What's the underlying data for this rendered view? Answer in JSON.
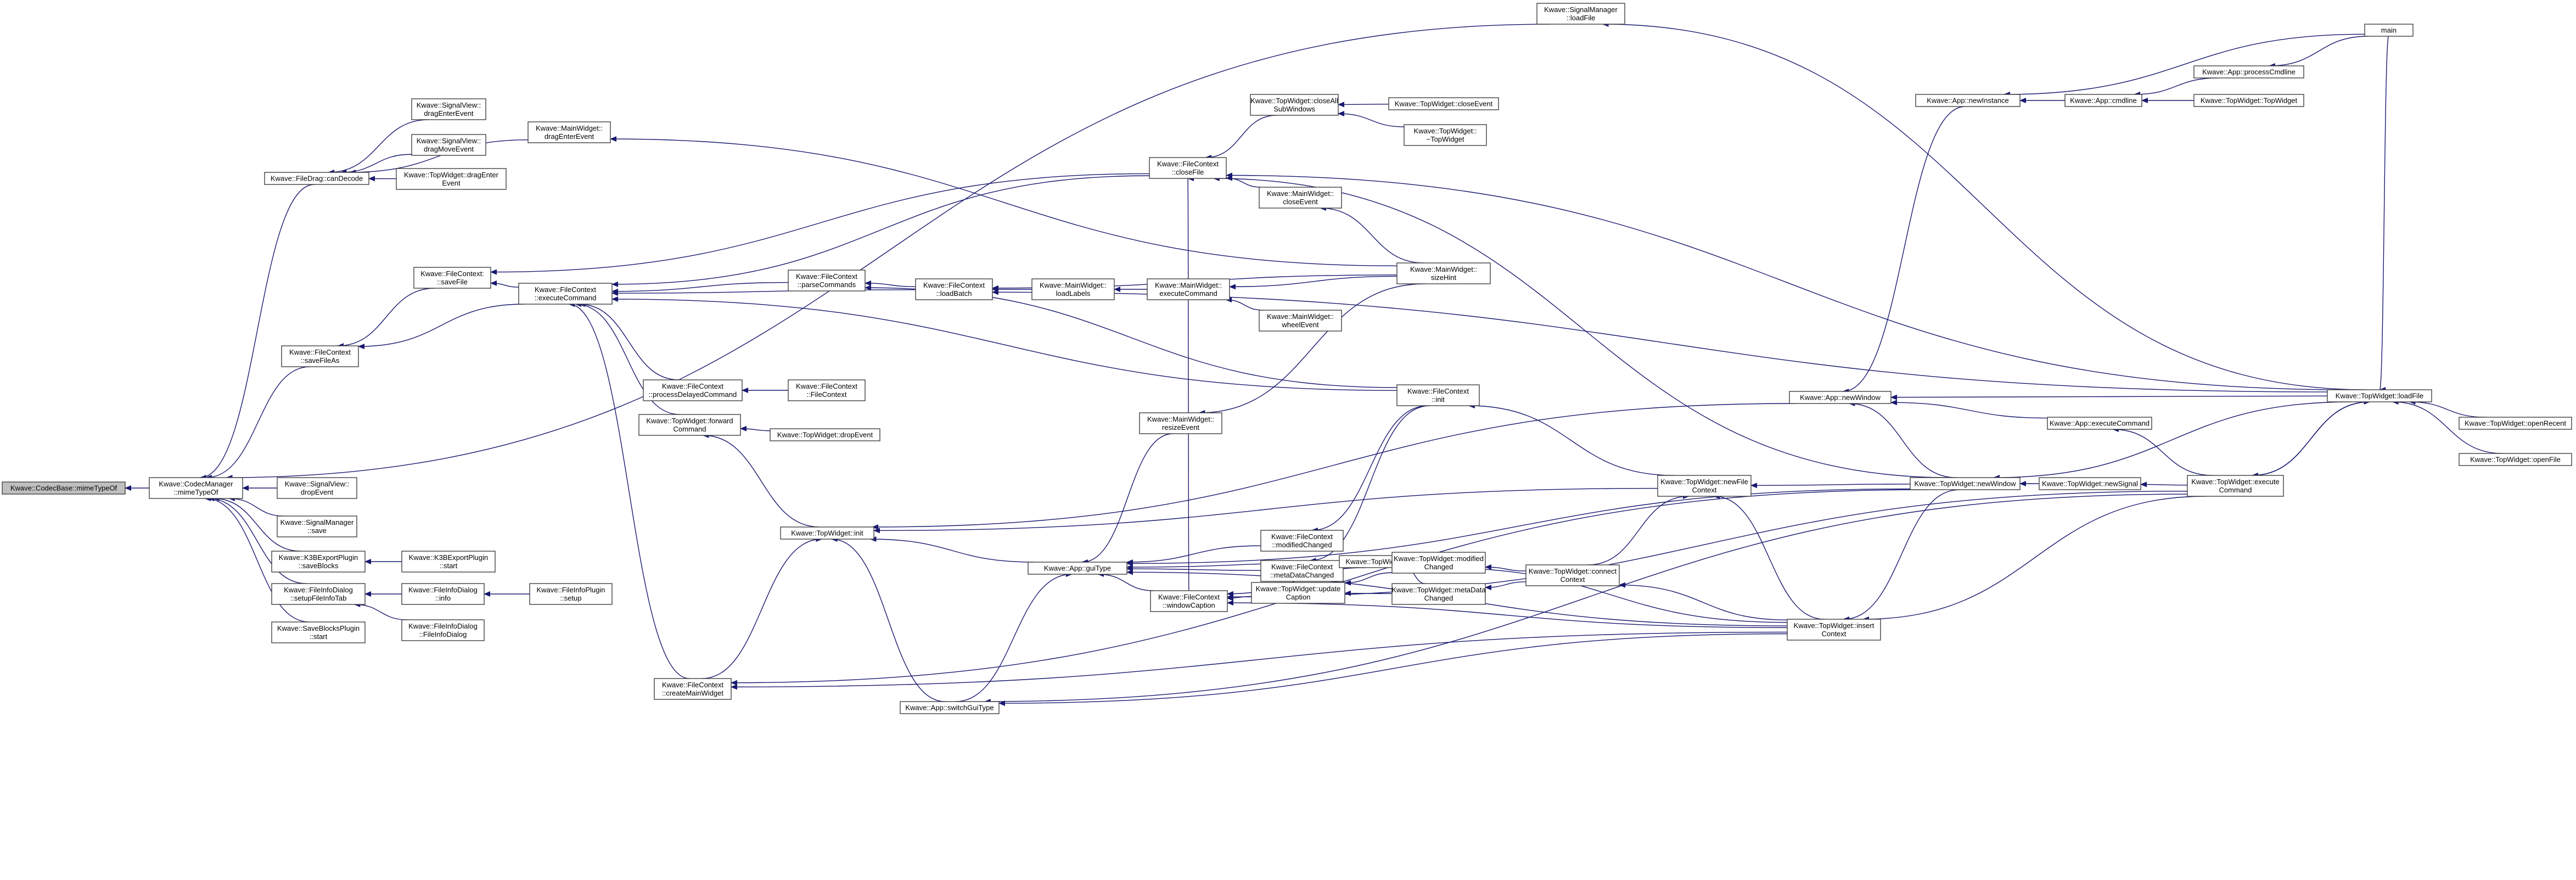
{
  "graph": {
    "nodes": [
      {
        "id": "root",
        "lines": [
          "Kwave::CodecBase::mimeTypeOf"
        ],
        "root": true
      },
      {
        "id": "cm",
        "lines": [
          "Kwave::CodecManager",
          "::mimeTypeOf"
        ]
      },
      {
        "id": "fdcan",
        "lines": [
          "Kwave::FileDrag::canDecode"
        ]
      },
      {
        "id": "svde",
        "lines": [
          "Kwave::SignalView::",
          "dragEnterEvent"
        ]
      },
      {
        "id": "svdm",
        "lines": [
          "Kwave::SignalView::",
          "dragMoveEvent"
        ]
      },
      {
        "id": "twde",
        "lines": [
          "Kwave::TopWidget::dragEnter",
          "Event"
        ]
      },
      {
        "id": "mwde",
        "lines": [
          "Kwave::MainWidget::",
          "dragEnterEvent"
        ]
      },
      {
        "id": "smload",
        "lines": [
          "Kwave::SignalManager",
          "::loadFile"
        ]
      },
      {
        "id": "fcsaveas",
        "lines": [
          "Kwave::FileContext",
          "::saveFileAs"
        ]
      },
      {
        "id": "fcsave",
        "lines": [
          "Kwave::FileContext:",
          "::saveFile"
        ]
      },
      {
        "id": "fcexec",
        "lines": [
          "Kwave::FileContext",
          "::executeCommand"
        ]
      },
      {
        "id": "svdrop",
        "lines": [
          "Kwave::SignalView::",
          "dropEvent"
        ]
      },
      {
        "id": "smsave",
        "lines": [
          "Kwave::SignalManager",
          "::save"
        ]
      },
      {
        "id": "k3bsave",
        "lines": [
          "Kwave::K3BExportPlugin",
          "::saveBlocks"
        ]
      },
      {
        "id": "k3bstart",
        "lines": [
          "Kwave::K3BExportPlugin",
          "::start"
        ]
      },
      {
        "id": "fidtab",
        "lines": [
          "Kwave::FileInfoDialog",
          "::setupFileInfoTab"
        ]
      },
      {
        "id": "fidinfo",
        "lines": [
          "Kwave::FileInfoDialog",
          "::info"
        ]
      },
      {
        "id": "fipsetup",
        "lines": [
          "Kwave::FileInfoPlugin",
          "::setup"
        ]
      },
      {
        "id": "fidctor",
        "lines": [
          "Kwave::FileInfoDialog",
          "::FileInfoDialog"
        ]
      },
      {
        "id": "sbstart",
        "lines": [
          "Kwave::SaveBlocksPlugin",
          "::start"
        ]
      },
      {
        "id": "fcpdc",
        "lines": [
          "Kwave::FileContext",
          "::processDelayedCommand"
        ]
      },
      {
        "id": "fcctor",
        "lines": [
          "Kwave::FileContext",
          "::FileContext"
        ]
      },
      {
        "id": "twfwd",
        "lines": [
          "Kwave::TopWidget::forward",
          "Command"
        ]
      },
      {
        "id": "twdrop",
        "lines": [
          "Kwave::TopWidget::dropEvent"
        ]
      },
      {
        "id": "twinit",
        "lines": [
          "Kwave::TopWidget::init"
        ]
      },
      {
        "id": "fccmw",
        "lines": [
          "Kwave::FileContext",
          "::createMainWidget"
        ]
      },
      {
        "id": "fcpc",
        "lines": [
          "Kwave::FileContext",
          "::parseCommands"
        ]
      },
      {
        "id": "fclb",
        "lines": [
          "Kwave::FileContext",
          "::loadBatch"
        ]
      },
      {
        "id": "mwll",
        "lines": [
          "Kwave::MainWidget::",
          "loadLabels"
        ]
      },
      {
        "id": "mwexec",
        "lines": [
          "Kwave::MainWidget::",
          "executeCommand"
        ]
      },
      {
        "id": "mwwheel",
        "lines": [
          "Kwave::MainWidget::",
          "wheelEvent"
        ]
      },
      {
        "id": "mwclose",
        "lines": [
          "Kwave::MainWidget::",
          "closeEvent"
        ]
      },
      {
        "id": "mwsize",
        "lines": [
          "Kwave::MainWidget::",
          "sizeHint"
        ]
      },
      {
        "id": "fcclose",
        "lines": [
          "Kwave::FileContext",
          "::closeFile"
        ]
      },
      {
        "id": "twcasw",
        "lines": [
          "Kwave::TopWidget::closeAll",
          "SubWindows"
        ]
      },
      {
        "id": "twce",
        "lines": [
          "Kwave::TopWidget::closeEvent"
        ]
      },
      {
        "id": "twdtor",
        "lines": [
          "Kwave::TopWidget::",
          "~TopWidget"
        ]
      },
      {
        "id": "mwresize",
        "lines": [
          "Kwave::MainWidget::",
          "resizeEvent"
        ]
      },
      {
        "id": "fcinit",
        "lines": [
          "Kwave::FileContext",
          "::init"
        ]
      },
      {
        "id": "fcmod",
        "lines": [
          "Kwave::FileContext",
          "::modifiedChanged"
        ]
      },
      {
        "id": "fcmeta",
        "lines": [
          "Kwave::FileContext",
          "::metaDataChanged"
        ]
      },
      {
        "id": "appgui",
        "lines": [
          "Kwave::App::guiType"
        ]
      },
      {
        "id": "fcwc",
        "lines": [
          "Kwave::FileContext",
          "::windowCaption"
        ]
      },
      {
        "id": "twum",
        "lines": [
          "Kwave::TopWidget::updateMenu"
        ]
      },
      {
        "id": "twuc",
        "lines": [
          "Kwave::TopWidget::update",
          "Caption"
        ]
      },
      {
        "id": "twmc",
        "lines": [
          "Kwave::TopWidget::modified",
          "Changed"
        ]
      },
      {
        "id": "twmdc",
        "lines": [
          "Kwave::TopWidget::metaData",
          "Changed"
        ]
      },
      {
        "id": "twcc",
        "lines": [
          "Kwave::TopWidget::connect",
          "Context"
        ]
      },
      {
        "id": "appswitch",
        "lines": [
          "Kwave::App::switchGuiType"
        ]
      },
      {
        "id": "twnfc",
        "lines": [
          "Kwave::TopWidget::newFile",
          "Context"
        ]
      },
      {
        "id": "twic",
        "lines": [
          "Kwave::TopWidget::insert",
          "Context"
        ]
      },
      {
        "id": "appnw",
        "lines": [
          "Kwave::App::newWindow"
        ]
      },
      {
        "id": "appni",
        "lines": [
          "Kwave::App::newInstance"
        ]
      },
      {
        "id": "appexec",
        "lines": [
          "Kwave::App::executeCommand"
        ]
      },
      {
        "id": "twnw",
        "lines": [
          "Kwave::TopWidget::newWindow"
        ]
      },
      {
        "id": "twns",
        "lines": [
          "Kwave::TopWidget::newSignal"
        ]
      },
      {
        "id": "twexec",
        "lines": [
          "Kwave::TopWidget::execute",
          "Command"
        ]
      },
      {
        "id": "twload",
        "lines": [
          "Kwave::TopWidget::loadFile"
        ]
      },
      {
        "id": "twor",
        "lines": [
          "Kwave::TopWidget::openRecent"
        ]
      },
      {
        "id": "twof",
        "lines": [
          "Kwave::TopWidget::openFile"
        ]
      },
      {
        "id": "appcmd",
        "lines": [
          "Kwave::App::cmdline"
        ]
      },
      {
        "id": "apppc",
        "lines": [
          "Kwave::App::processCmdline"
        ]
      },
      {
        "id": "twctor",
        "lines": [
          "Kwave::TopWidget::TopWidget"
        ]
      },
      {
        "id": "main",
        "lines": [
          "main"
        ]
      }
    ]
  }
}
